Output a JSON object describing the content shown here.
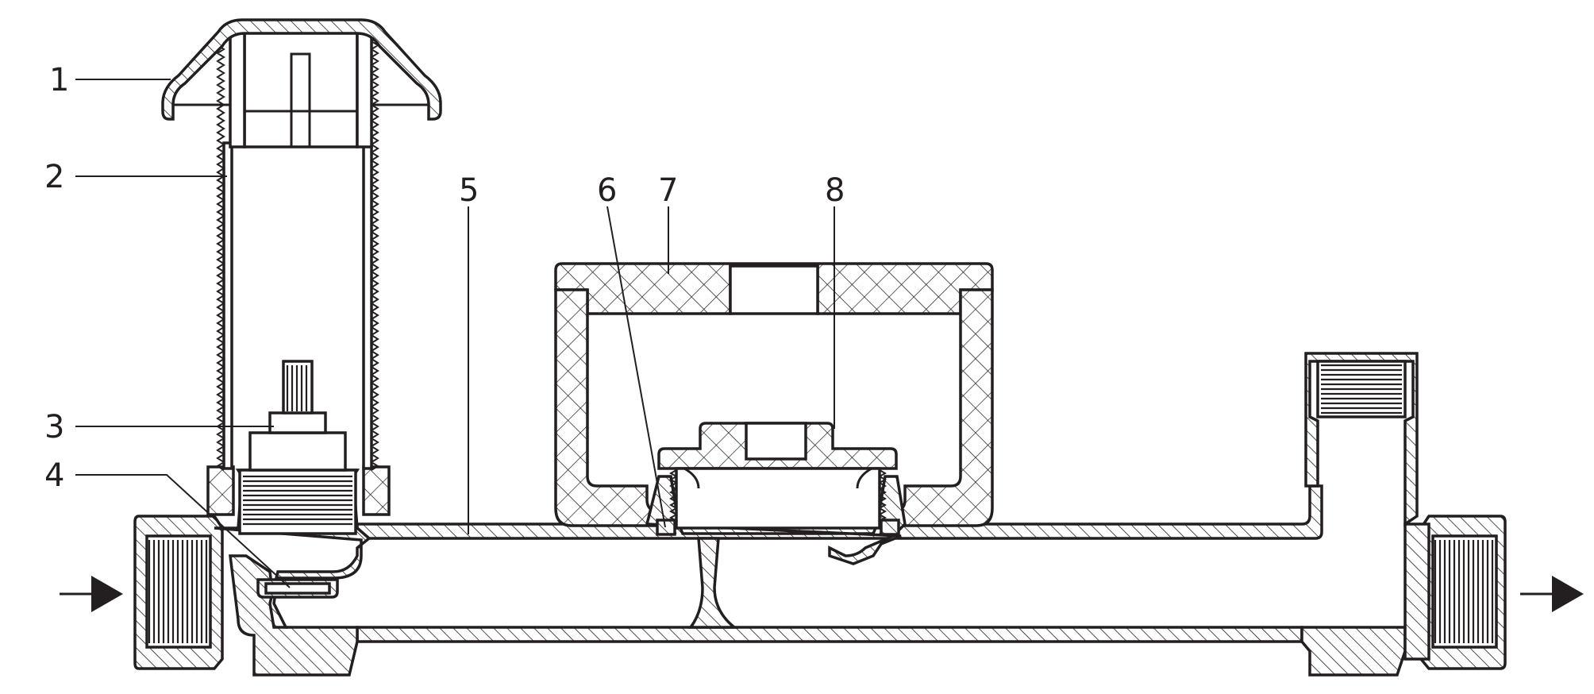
{
  "labels": [
    {
      "id": "part-1",
      "text": "1"
    },
    {
      "id": "part-2",
      "text": "2"
    },
    {
      "id": "part-3",
      "text": "3"
    },
    {
      "id": "part-4",
      "text": "4"
    },
    {
      "id": "part-5",
      "text": "5"
    },
    {
      "id": "part-6",
      "text": "6"
    },
    {
      "id": "part-7",
      "text": "7"
    },
    {
      "id": "part-8",
      "text": "8"
    }
  ],
  "colors": {
    "ink": "#231f20",
    "background": "#ffffff"
  },
  "icons": {
    "inlet": "arrow-right-icon",
    "outlet": "arrow-right-icon"
  }
}
